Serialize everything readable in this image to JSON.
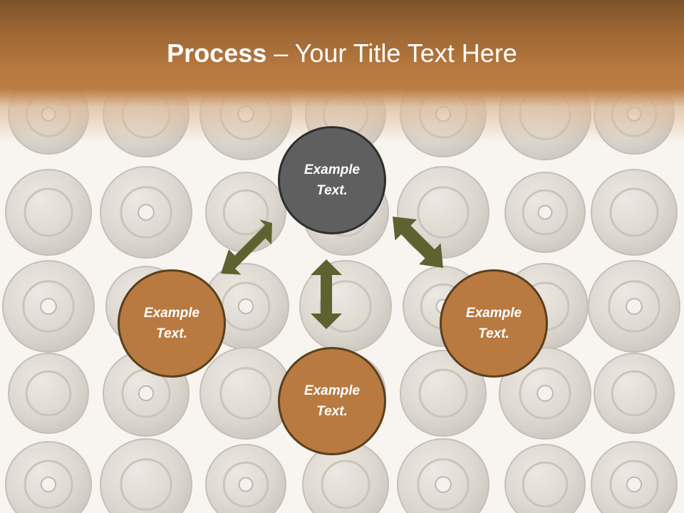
{
  "title": {
    "bold": "Process",
    "rest": " – Your Title Text Here"
  },
  "nodes": [
    {
      "line1": "Example",
      "line2": "Text."
    },
    {
      "line1": "Example",
      "line2": "Text."
    },
    {
      "line1": "Example",
      "line2": "Text."
    },
    {
      "line1": "Example",
      "line2": "Text."
    }
  ],
  "colors": {
    "header": "#b7783f",
    "top_node": "#5f5f5f",
    "other_nodes": "#b87a40",
    "arrows": "#5e6230"
  },
  "background": {
    "image": "rows of metal snap buttons and rivets"
  }
}
